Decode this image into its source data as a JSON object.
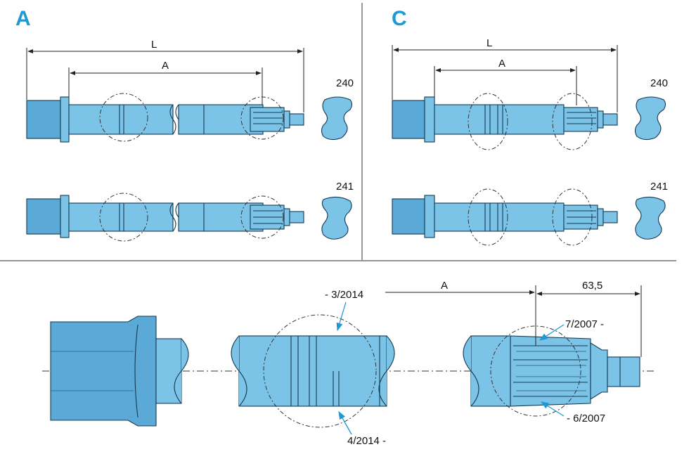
{
  "colors": {
    "accent": "#1d9ad6",
    "shaft": "#7cc3e8"
  },
  "panels": {
    "a": {
      "letter": "A",
      "dim_l": "L",
      "dim_a": "A",
      "code_top": "240",
      "code_bottom": "241"
    },
    "c": {
      "letter": "C",
      "dim_l": "L",
      "dim_a": "A",
      "code_top": "240",
      "code_bottom": "241"
    }
  },
  "detail": {
    "dim_a": "A",
    "dim_63": "63,5",
    "callout_3_2014": "- 3/2014",
    "callout_4_2014": "4/2014 -",
    "callout_7_2007": "7/2007 -",
    "callout_6_2007": "- 6/2007"
  }
}
